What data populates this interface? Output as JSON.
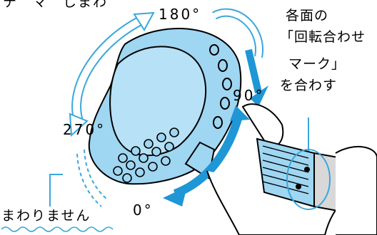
{
  "header": {
    "text": "テ゛マ゛しまわ"
  },
  "labels": {
    "deg_180": "180°",
    "deg_90": "90°",
    "deg_270": "270°",
    "deg_0": "0°",
    "no_rotate": "まわりません"
  },
  "note": {
    "line1": "各面の",
    "line2": "「回転合わせ",
    "line3": "マーク」",
    "line4": "を合わす"
  },
  "colors": {
    "body": "#9fd6f2",
    "outline": "#000000",
    "arrow_light": "#ffffff",
    "arrow_stroke": "#3aa7dc",
    "arrow_solid": "#1f96d6",
    "wave": "#3aa7dc"
  }
}
